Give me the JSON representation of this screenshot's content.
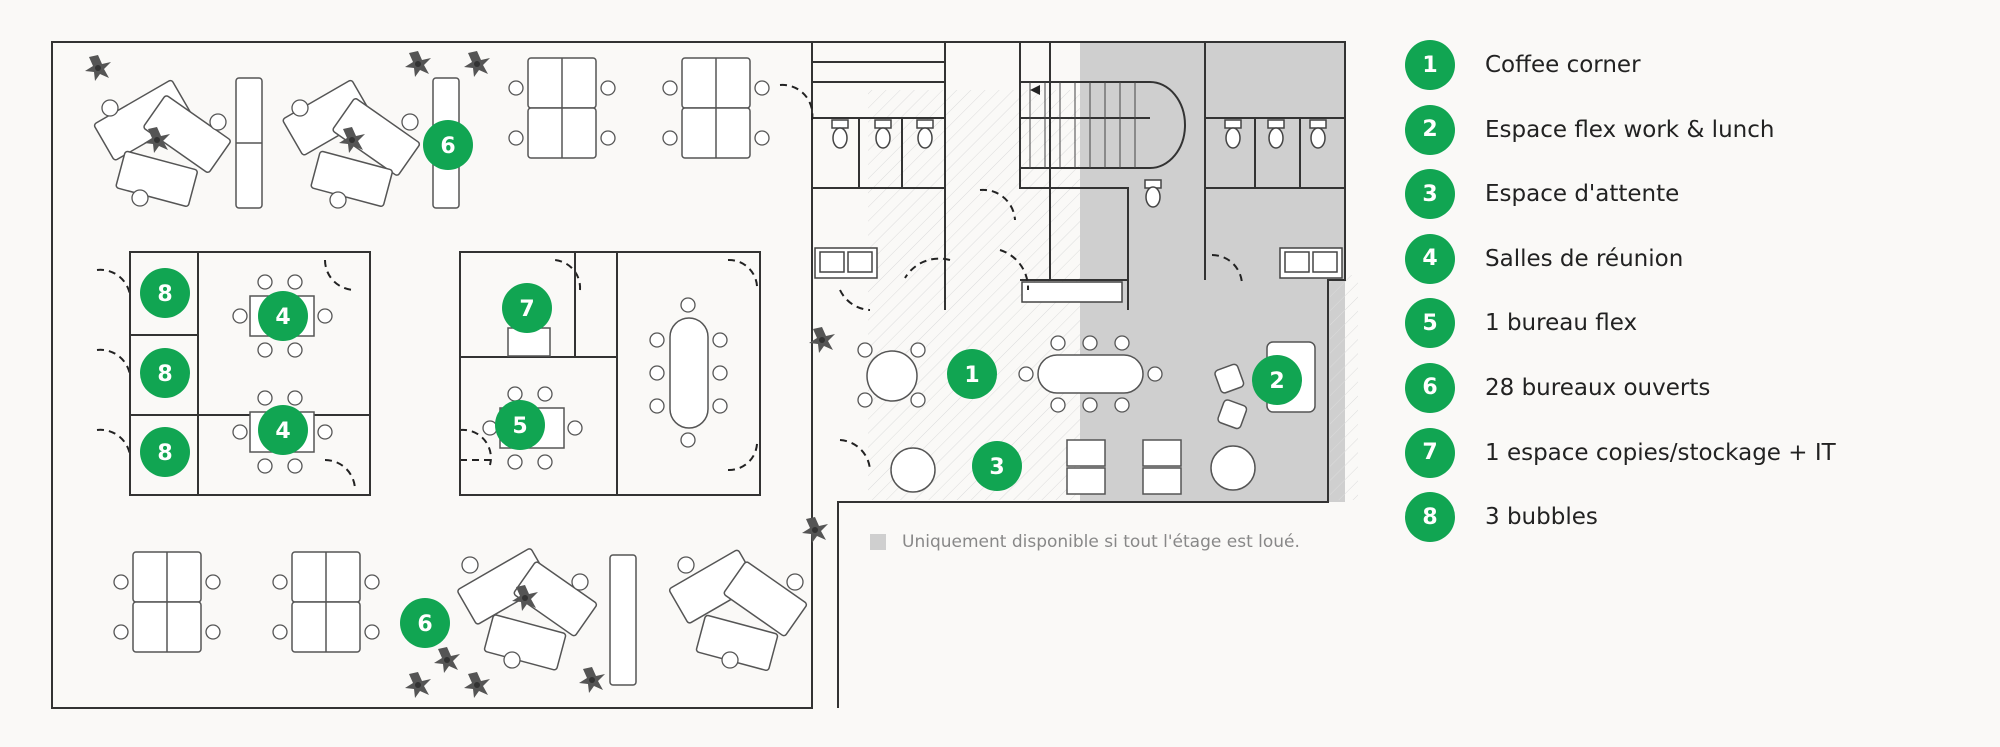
{
  "legend": [
    {
      "number": "1",
      "label": "Coffee corner"
    },
    {
      "number": "2",
      "label": "Espace flex work & lunch"
    },
    {
      "number": "3",
      "label": "Espace d'attente"
    },
    {
      "number": "4",
      "label": "Salles de réunion"
    },
    {
      "number": "5",
      "label": "1 bureau flex"
    },
    {
      "number": "6",
      "label": "28 bureaux ouverts"
    },
    {
      "number": "7",
      "label": "1 espace copies/stockage + IT"
    },
    {
      "number": "8",
      "label": "3 bubbles"
    }
  ],
  "note": "Uniquement disponible si tout l'étage est loué.",
  "map_markers": [
    "6",
    "4",
    "4",
    "8",
    "8",
    "8",
    "7",
    "5",
    "1",
    "2",
    "3",
    "6"
  ],
  "colors": {
    "accent": "#11a552",
    "wall": "#333333",
    "shaded": "#cfcfcf",
    "background": "#faf9f7"
  },
  "icons": [
    "plant-icon",
    "toilet-icon",
    "sink-icon",
    "stair-arrow-icon"
  ]
}
